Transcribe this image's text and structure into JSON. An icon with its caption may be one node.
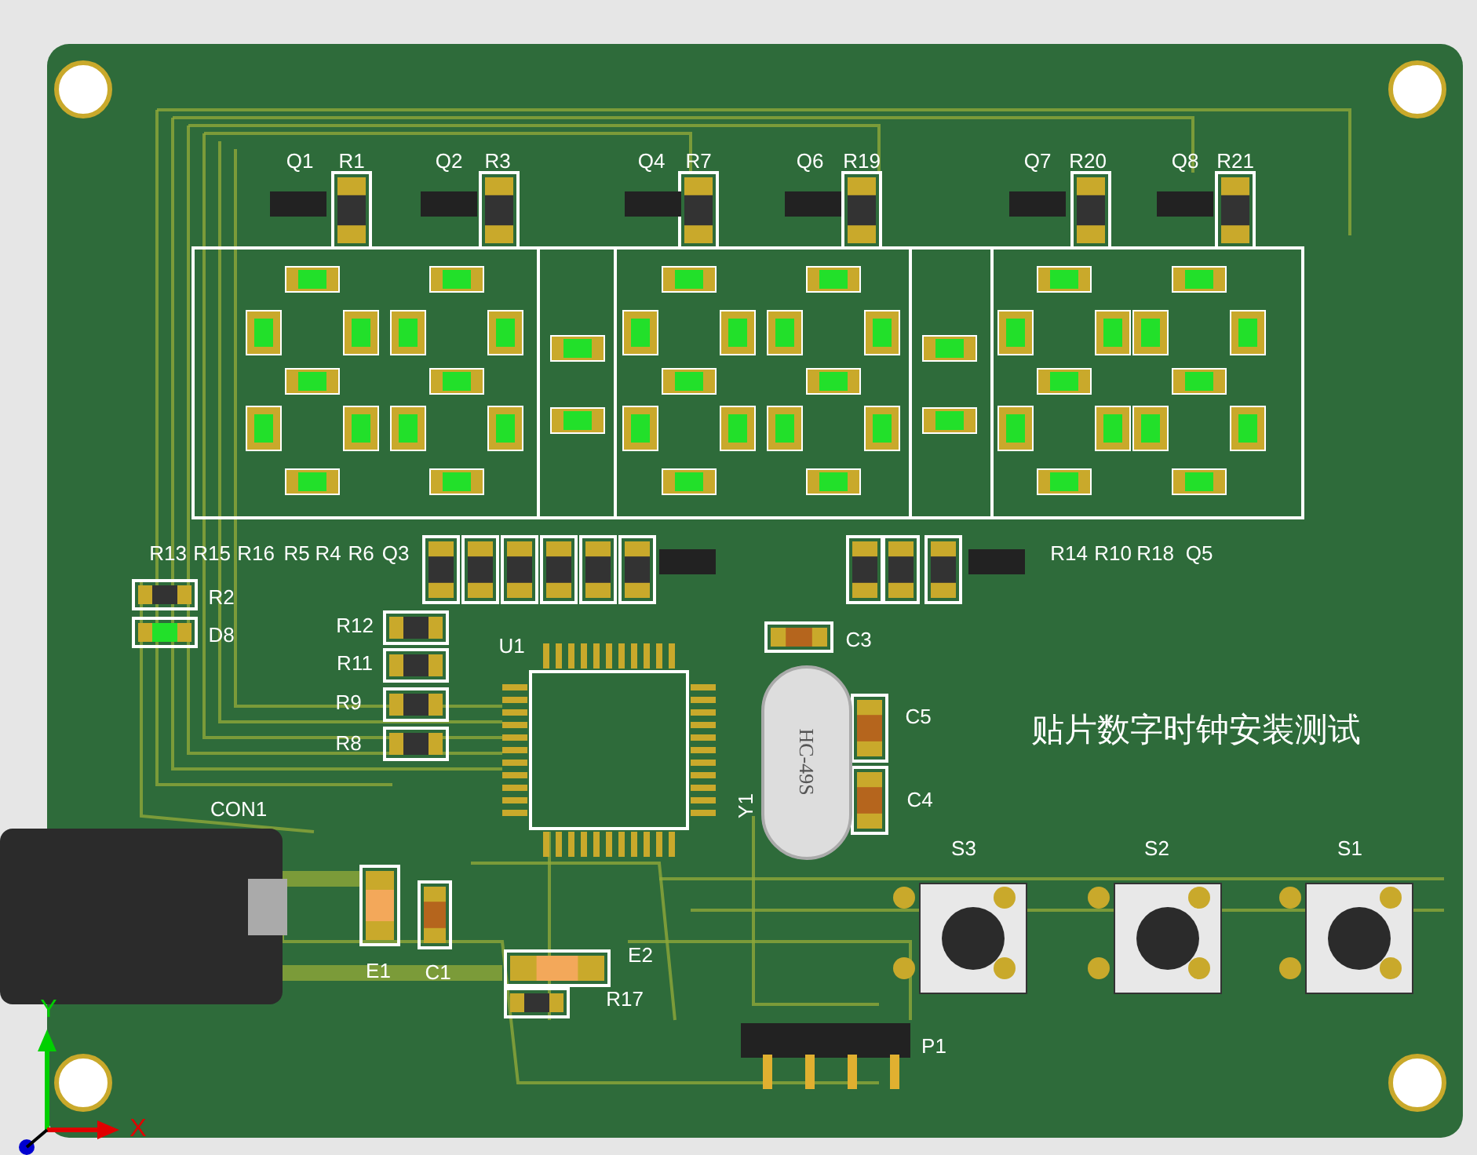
{
  "diagram": {
    "labels": [
      "Q1",
      "R1",
      "Q2",
      "R3",
      "Q4",
      "R7",
      "Q6",
      "R19",
      "Q7",
      "R20",
      "Q8",
      "R21",
      "R13",
      "R15",
      "R16",
      "R5",
      "R4",
      "R6",
      "Q3",
      "R14",
      "R10",
      "R18",
      "Q5",
      "R2",
      "C3",
      "R12",
      "D8",
      "R11",
      "U1",
      "R9",
      "C5",
      "贴片数字时钟安装测试",
      "R8",
      "HC-49S",
      "C4",
      "Y1",
      "CON1",
      "S3",
      "S2",
      "S1",
      "E2",
      "E1",
      "C1",
      "R17",
      "P1",
      "Y",
      "X"
    ]
  }
}
